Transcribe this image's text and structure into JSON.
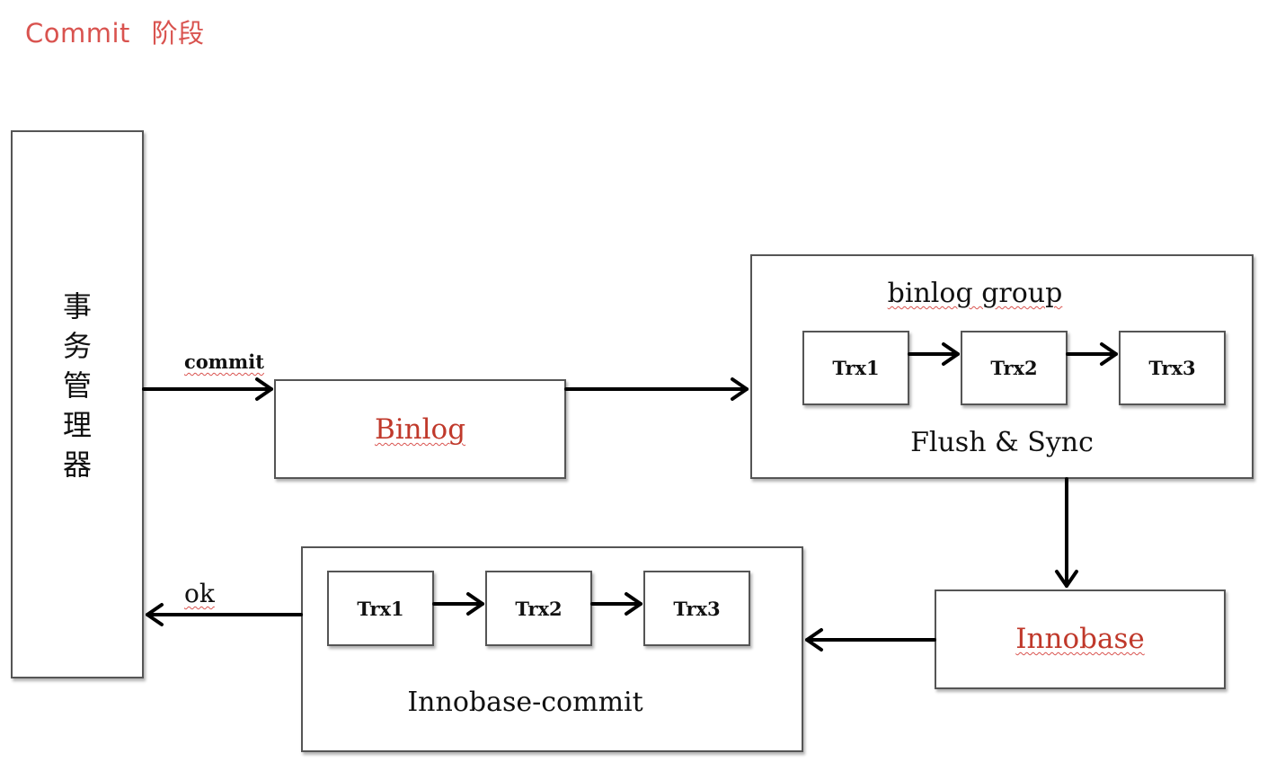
{
  "title": {
    "latin": "Commit",
    "cjk": "阶段",
    "color": "#d9534f"
  },
  "transaction_manager": {
    "chars": [
      "事",
      "务",
      "管",
      "理",
      "器"
    ]
  },
  "binlog": {
    "label": "Binlog"
  },
  "binlog_group": {
    "title": "binlog group",
    "caption": "Flush & Sync",
    "trx": [
      "Trx1",
      "Trx2",
      "Trx3"
    ]
  },
  "innobase": {
    "label": "Innobase"
  },
  "innobase_commit": {
    "caption": "Innobase-commit",
    "trx": [
      "Trx1",
      "Trx2",
      "Trx3"
    ]
  },
  "edges": {
    "commit_label": "commit",
    "ok_label": "ok"
  },
  "colors": {
    "accent": "#d9534f",
    "box_border": "#555555",
    "arrow": "#000000"
  }
}
